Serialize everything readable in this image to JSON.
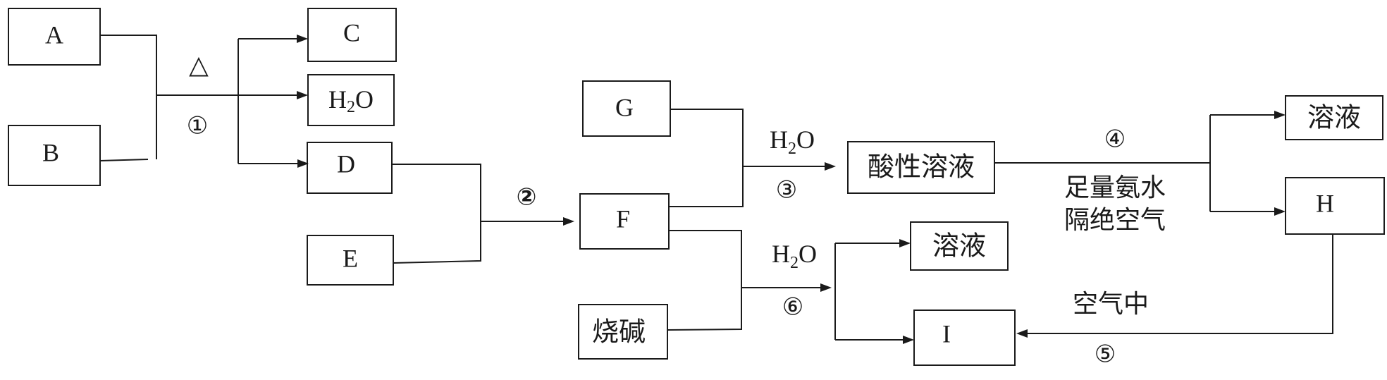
{
  "nodes": {
    "A": "A",
    "B": "B",
    "C": "C",
    "D": "D",
    "E": "E",
    "F": "F",
    "G": "G",
    "H": "H",
    "I": "I",
    "shaojian": "烧碱",
    "acid_solution": "酸性溶液",
    "solution_top": "溶液",
    "solution_mid": "溶液"
  },
  "water": {
    "base": "H",
    "sub": "2",
    "tail": "O"
  },
  "steps": {
    "s1": "①",
    "s2": "②",
    "s3": "③",
    "s4": "④",
    "s5": "⑤",
    "s6": "⑥"
  },
  "conditions": {
    "heat": "△",
    "ammonia_line1": "足量氨水",
    "ammonia_line2": "隔绝空气",
    "in_air": "空气中"
  }
}
